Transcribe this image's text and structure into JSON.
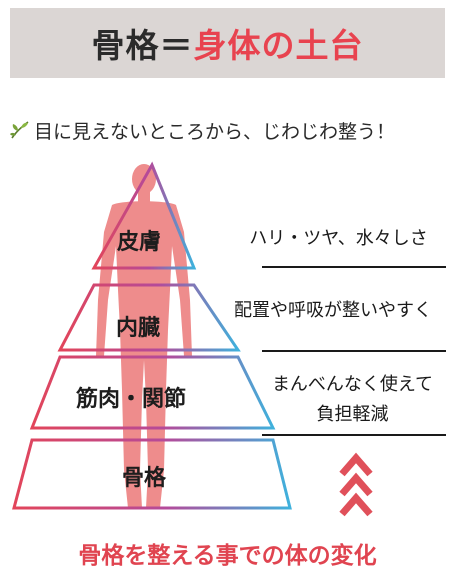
{
  "title": {
    "part1": "骨格＝",
    "part2": "身体の土台"
  },
  "subtitle": {
    "text": "目に見えないところから、じわじわ整う！",
    "icon": "leaf-icon"
  },
  "layers": [
    {
      "label": "皮膚",
      "description_lines": [
        "ハリ・ツヤ、水々しさ"
      ]
    },
    {
      "label": "内臓",
      "description_lines": [
        "配置や呼吸が整いやすく"
      ]
    },
    {
      "label": "筋肉・関節",
      "description_lines": [
        "まんべんなく使えて",
        "負担軽減"
      ]
    },
    {
      "label": "骨格",
      "description_lines": []
    }
  ],
  "bottom_caption": "骨格を整える事での体の変化",
  "colors": {
    "accent_red": "#e8434f",
    "title_bg": "#dbd6d4",
    "pyramid_red": "#e2455a",
    "pyramid_blue": "#3fb1dc",
    "body_fill": "#ee8c8c"
  }
}
